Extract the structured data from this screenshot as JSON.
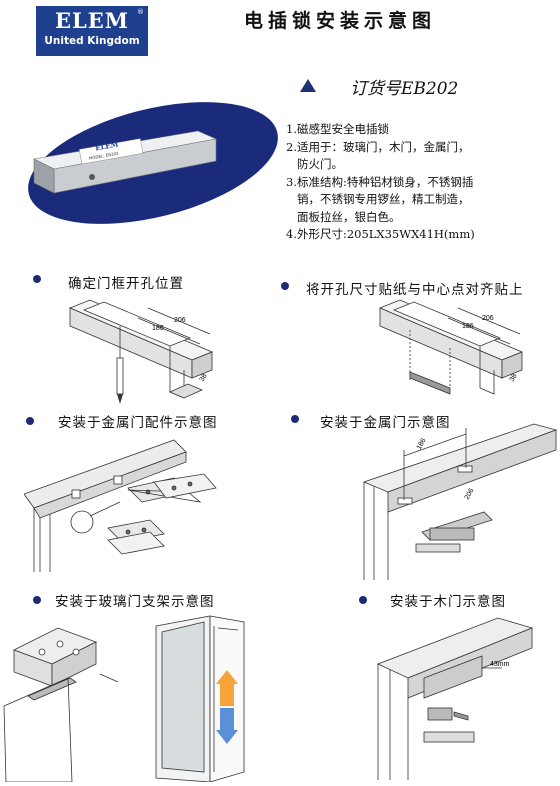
{
  "logo": {
    "brand": "ELEM",
    "sub": "United Kingdom",
    "reg": "®"
  },
  "title": "电插锁安装示意图",
  "order": {
    "label": "订货号EB202"
  },
  "product": {
    "label_brand": "ELEM",
    "label_model": "MODEL: EB202"
  },
  "specs": [
    "1.磁感型安全电插锁",
    "2.适用于：玻璃门，木门，金属门，",
    "   防火门。",
    "3.标准结构:特种铝材锁身，不锈钢插",
    "   销，不锈钢专用锣丝，精工制造，",
    "   面板拉丝，银白色。",
    "4.外形尺寸:205LX35WX41H(mm)"
  ],
  "steps": [
    {
      "caption": "确定门框开孔位置"
    },
    {
      "caption": "将开孔尺寸贴纸与中心点对齐贴上"
    },
    {
      "caption": "安装于金属门配件示意图"
    },
    {
      "caption": "安装于金属门示意图"
    },
    {
      "caption": "安装于玻璃门支架示意图"
    },
    {
      "caption": "安装于木门示意图"
    }
  ],
  "dims": {
    "d206": "206",
    "d186": "186",
    "d38": "38",
    "d43": "43mm"
  },
  "colors": {
    "brand": "#1f3f8f",
    "bullet": "#1f2a77",
    "ellipse": "#1b2b7c"
  }
}
